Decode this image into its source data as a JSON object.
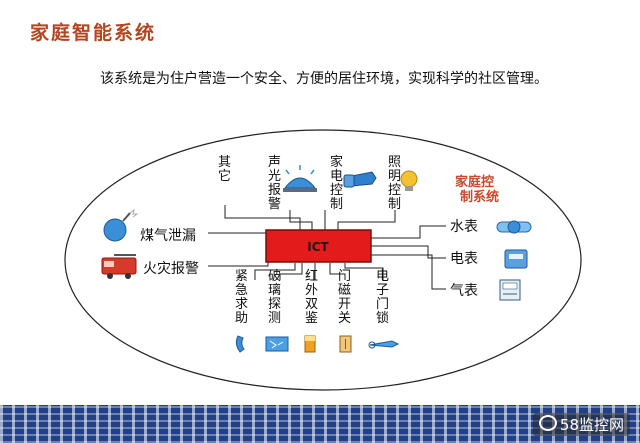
{
  "header": {
    "title": "家庭智能系统",
    "subtitle": "该系统是为住户营造一个安全、方便的居住环境，实现科学的社区管理。"
  },
  "diagram": {
    "center": "ICT",
    "system_label_line1": "家庭控",
    "system_label_line2": "制系统",
    "top_items": [
      {
        "label": "其它",
        "icon": "none"
      },
      {
        "label": "声光报警",
        "icon": "alarm-light-icon"
      },
      {
        "label": "家电控制",
        "icon": "remote-hand-icon"
      },
      {
        "label": "照明控制",
        "icon": "light-bulb-icon"
      }
    ],
    "left_items": [
      {
        "label": "煤气泄漏",
        "icon": "gas-bomb-icon"
      },
      {
        "label": "火灾报警",
        "icon": "fire-truck-icon"
      }
    ],
    "right_items": [
      {
        "label": "水表",
        "icon": "water-meter-icon"
      },
      {
        "label": "电表",
        "icon": "electric-meter-icon"
      },
      {
        "label": "气表",
        "icon": "gas-meter-icon"
      }
    ],
    "bottom_items": [
      {
        "label": "紧急求助",
        "icon": "phone-icon"
      },
      {
        "label": "破璃探测",
        "icon": "glass-break-icon"
      },
      {
        "label": "红外双鉴",
        "icon": "infrared-sensor-icon"
      },
      {
        "label": "门磁开关",
        "icon": "door-magnet-icon"
      },
      {
        "label": "电子门锁",
        "icon": "key-lock-icon"
      }
    ]
  },
  "watermark": "58监控网",
  "colors": {
    "title": "#b5451f",
    "center_box": "#e31b1b",
    "accent_blue": "#3a8fd6",
    "border": "#22408a"
  }
}
